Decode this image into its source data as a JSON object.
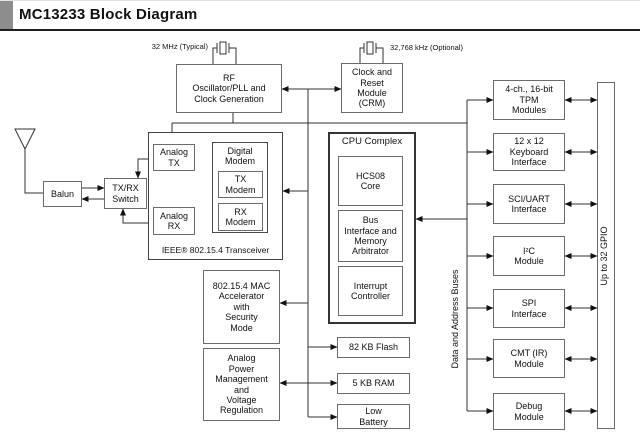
{
  "header": {
    "title": "MC13233 Block Diagram"
  },
  "colors": {
    "corner_square": "#8d8d8d",
    "line": "#333333",
    "text": "#111111"
  },
  "annotations": {
    "xtal_32mhz": "32 MHz (Typical)",
    "xtal_32khz": "32,768 kHz (Optional)",
    "transceiver": "IEEE® 802.15.4 Transceiver",
    "cpu_complex": "CPU Complex",
    "digital_modem": "Digital\nModem",
    "data_bus": "Data and Address Buses",
    "gpio": "Up to 32 GPIO"
  },
  "blocks": {
    "rf_osc": "RF\nOscillator/PLL and\nClock Generation",
    "crm": "Clock and\nReset\nModule\n(CRM)",
    "balun": "Balun",
    "txrx_switch": "TX/RX\nSwitch",
    "analog_tx": "Analog\nTX",
    "analog_rx": "Analog\nRX",
    "tx_modem": "TX\nModem",
    "rx_modem": "RX\nModem",
    "hcs08": "HCS08\nCore",
    "bus_interface": "Bus\nInterface and\nMemory\nArbitrator",
    "interrupt": "Interrupt\nController",
    "mac": "802.15.4 MAC\nAccelerator\nwith\nSecurity\nMode",
    "power": "Analog\nPower\nManagement\nand\nVoltage\nRegulation",
    "flash": "82 KB Flash",
    "ram": "5 KB RAM",
    "battery": "Low\nBattery",
    "tpm": "4-ch., 16-bit\nTPM\nModules",
    "keyboard": "12 x 12\nKeyboard\nInterface",
    "sci": "SCI/UART\nInterface",
    "i2c": "I²C\nModule",
    "spi": "SPI\nInterface",
    "cmt": "CMT (IR)\nModule",
    "debug": "Debug\nModule"
  }
}
